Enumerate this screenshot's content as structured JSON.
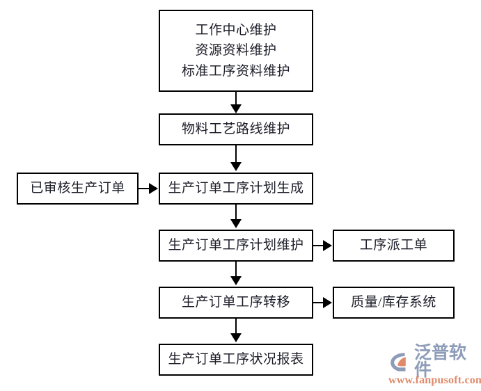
{
  "diagram": {
    "type": "flowchart",
    "title": "",
    "main_column": [
      {
        "id": "basic-data-maintenance",
        "lines": [
          "工作中心维护",
          "资源资料维护",
          "标准工序资料维护"
        ]
      },
      {
        "id": "material-routing-maintenance",
        "lines": [
          "物料工艺路线维护"
        ]
      },
      {
        "id": "order-operation-plan-generate",
        "lines": [
          "生产订单工序计划生成"
        ]
      },
      {
        "id": "order-operation-plan-maintain",
        "lines": [
          "生产订单工序计划维护"
        ]
      },
      {
        "id": "order-operation-transfer",
        "lines": [
          "生产订单工序转移"
        ]
      },
      {
        "id": "order-operation-status-report",
        "lines": [
          "生产订单工序状况报表"
        ]
      }
    ],
    "left_column": [
      {
        "id": "approved-production-order",
        "lines": [
          "已审核生产订单"
        ]
      }
    ],
    "right_column": [
      {
        "id": "operation-dispatch-order",
        "lines": [
          "工序派工单"
        ]
      },
      {
        "id": "quality-inventory-system",
        "lines": [
          "质量/库存系统"
        ]
      }
    ],
    "edges": [
      {
        "id": "e1",
        "from": "basic-data-maintenance",
        "to": "material-routing-maintenance",
        "direction": "down"
      },
      {
        "id": "e2",
        "from": "material-routing-maintenance",
        "to": "order-operation-plan-generate",
        "direction": "down"
      },
      {
        "id": "e3",
        "from": "approved-production-order",
        "to": "order-operation-plan-generate",
        "direction": "right"
      },
      {
        "id": "e4",
        "from": "order-operation-plan-generate",
        "to": "order-operation-plan-maintain",
        "direction": "down"
      },
      {
        "id": "e5",
        "from": "order-operation-plan-maintain",
        "to": "operation-dispatch-order",
        "direction": "right"
      },
      {
        "id": "e6",
        "from": "order-operation-plan-maintain",
        "to": "order-operation-transfer",
        "direction": "down"
      },
      {
        "id": "e7",
        "from": "order-operation-transfer",
        "to": "quality-inventory-system",
        "direction": "right"
      },
      {
        "id": "e8",
        "from": "order-operation-transfer",
        "to": "order-operation-status-report",
        "direction": "down"
      }
    ],
    "colors": {
      "background": "#ffffff",
      "box_fill": "#ffffff",
      "box_border": "#000000",
      "text": "#1c1c28",
      "arrow": "#000000"
    }
  },
  "watermark": {
    "brand_name": "泛普软件",
    "url": "www.fanpusoft.com",
    "mark_color_blue": "#8d9cb8",
    "mark_color_orange": "#e08a6a",
    "url_color": "#e08a6a"
  }
}
